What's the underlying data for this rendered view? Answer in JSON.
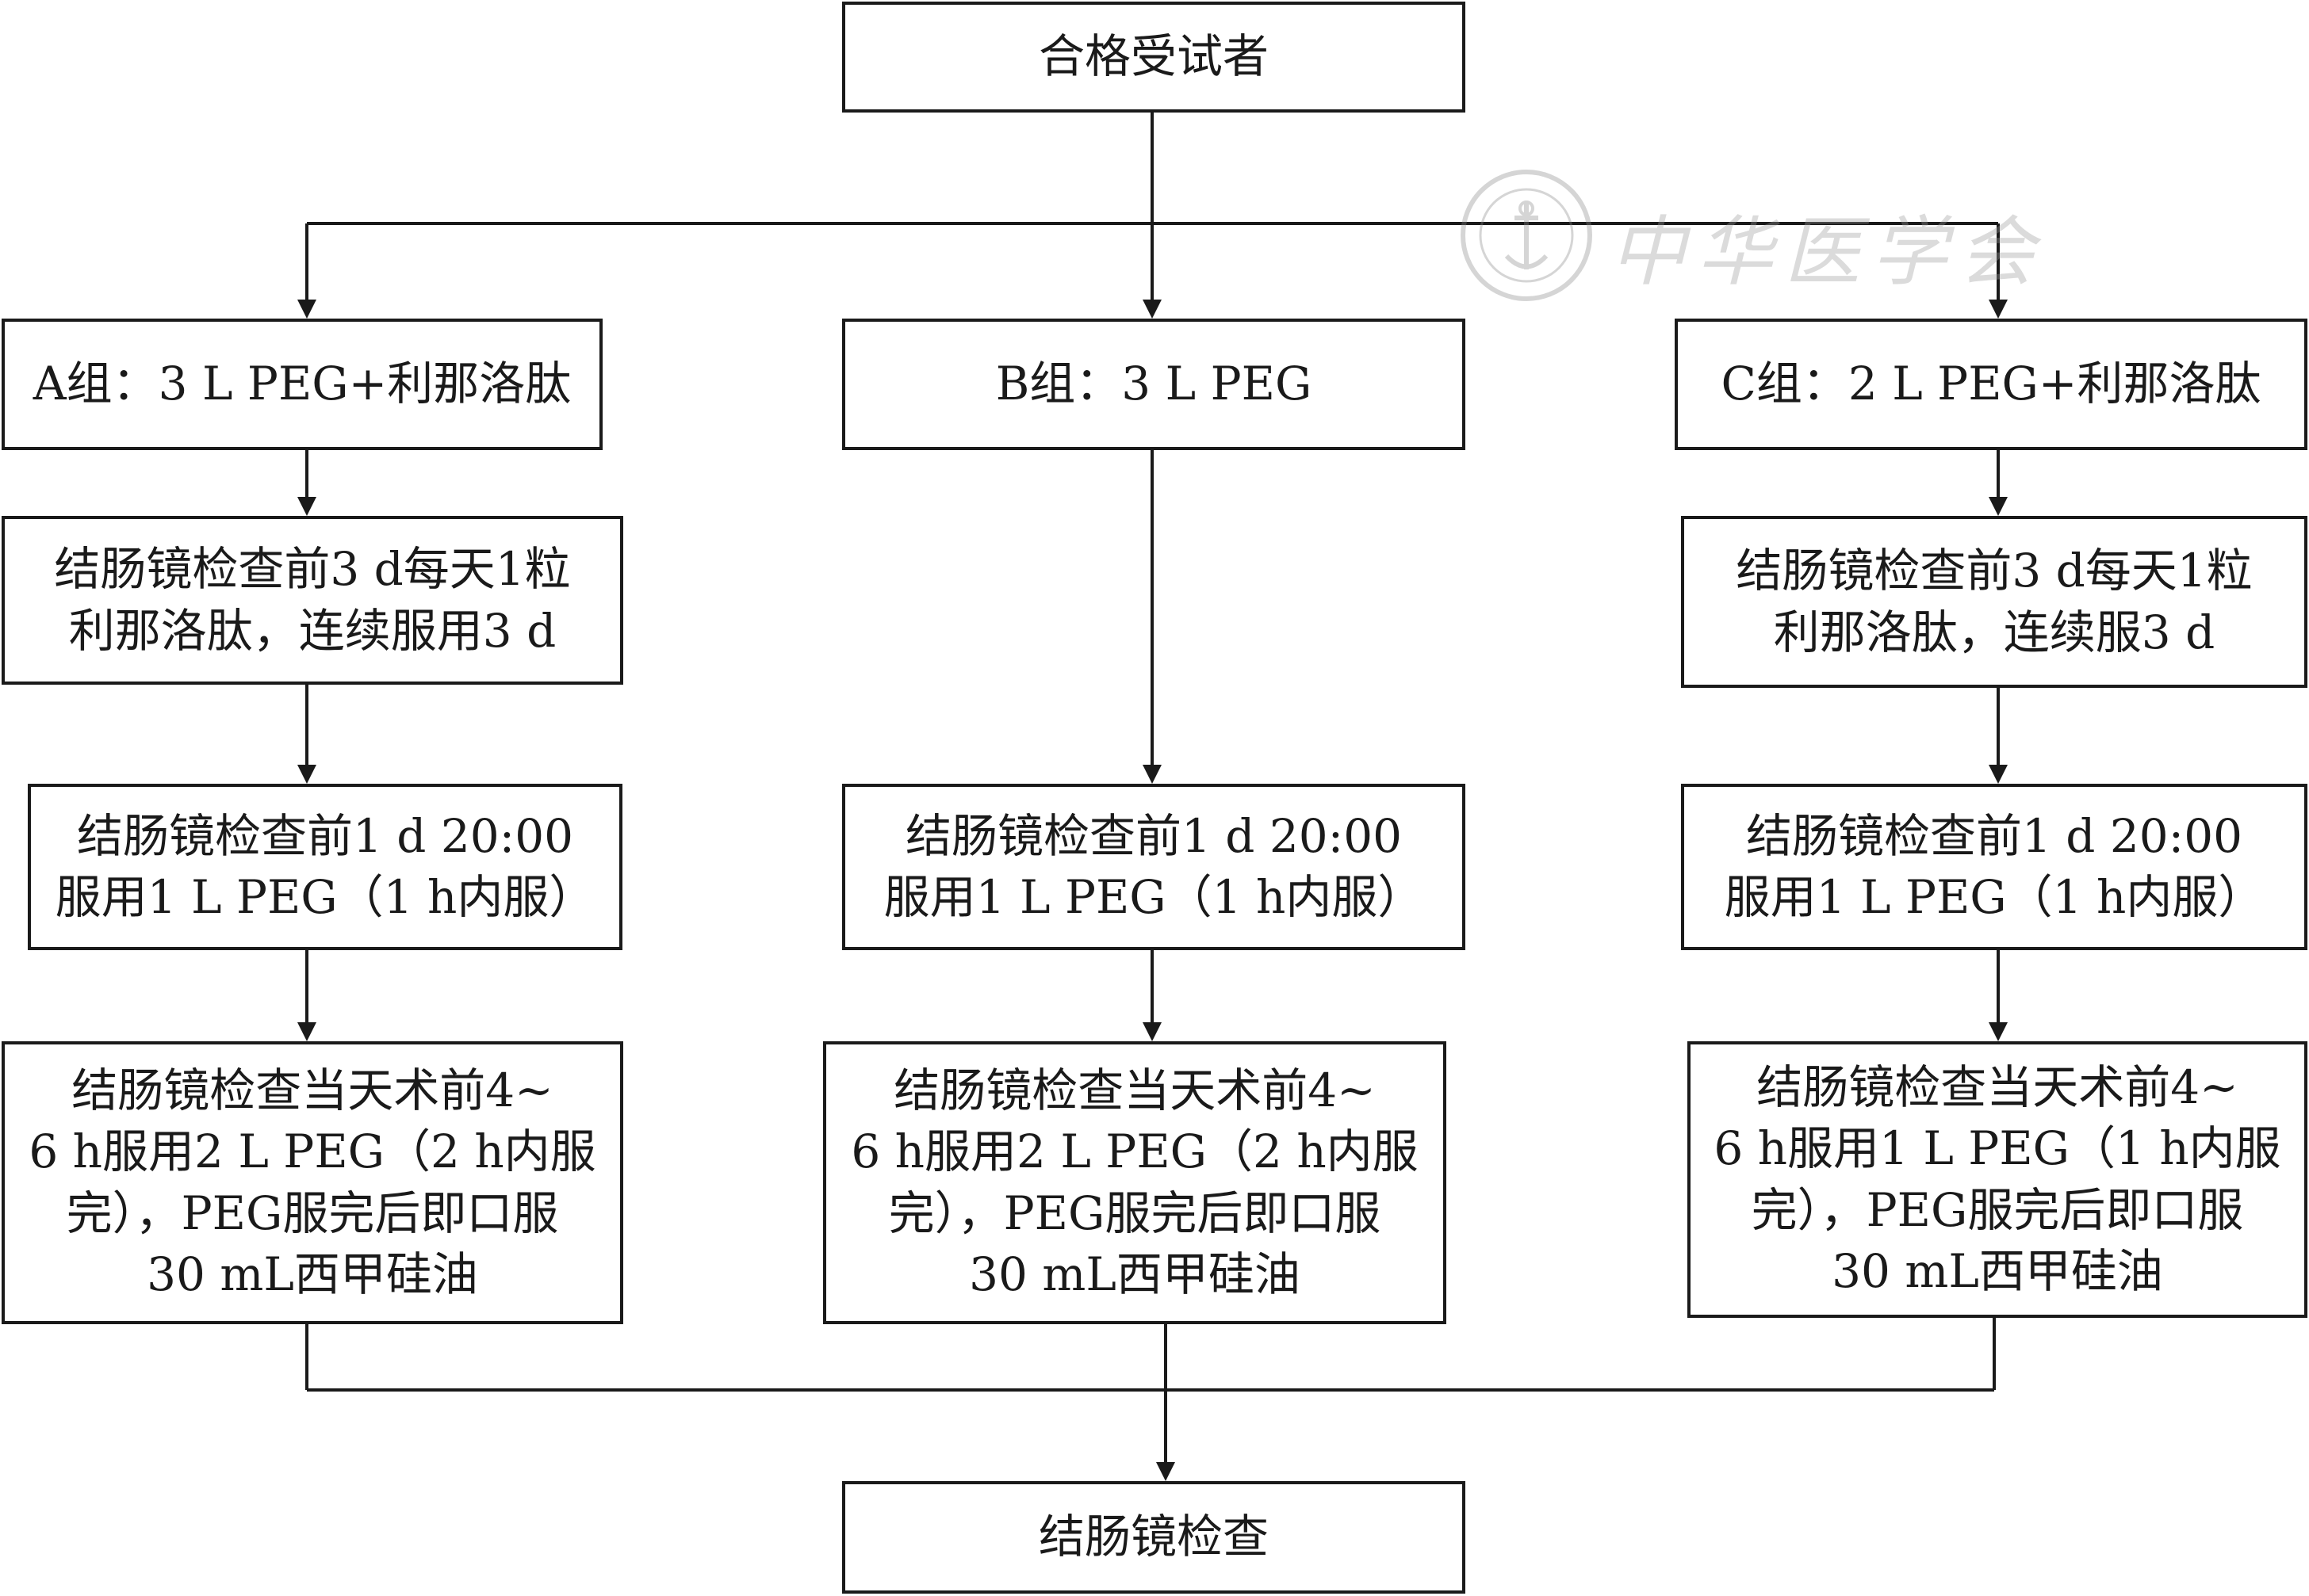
{
  "nodes": {
    "top": "合格受试者",
    "group_a": "A组：3 L PEG+利那洛肽",
    "group_b": "B组：3 L PEG",
    "group_c": "C组：2 L PEG+利那洛肽",
    "a_step1": "结肠镜检查前3 d每天1粒\n利那洛肽，连续服用3 d",
    "c_step1": "结肠镜检查前3 d每天1粒\n利那洛肽，连续服3 d",
    "a_step2": "结肠镜检查前1 d  20:00\n服用1  L PEG（1 h内服）",
    "b_step2": "结肠镜检查前1 d  20:00\n服用1  L PEG（1 h内服）",
    "c_step2": "结肠镜检查前1 d  20:00\n服用1  L PEG（1 h内服）",
    "a_step3": "结肠镜检查当天术前4~\n6 h服用2  L PEG（2 h内服\n完），PEG服完后即口服\n30 mL西甲硅油",
    "b_step3": "结肠镜检查当天术前4~\n6 h服用2  L PEG（2 h内服\n完），PEG服完后即口服\n30 mL西甲硅油",
    "c_step3": "结肠镜检查当天术前4~\n6 h服用1  L PEG（1 h内服\n完），PEG服完后即口服\n30 mL西甲硅油",
    "bottom": "结肠镜检查"
  },
  "watermark": {
    "text": "中华医学会",
    "icon": "society-seal-icon"
  }
}
